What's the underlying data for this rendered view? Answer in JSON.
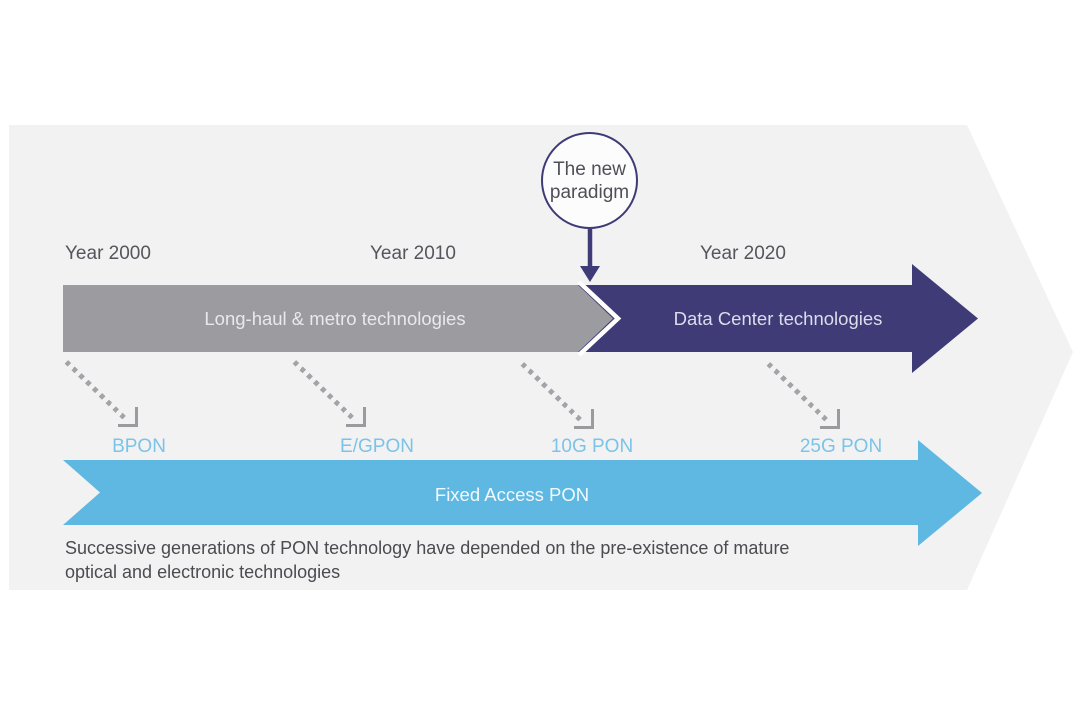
{
  "paradigm_callout": {
    "line1": "The new",
    "line2": "paradigm"
  },
  "years": [
    {
      "label": "Year 2000"
    },
    {
      "label": "Year 2010"
    },
    {
      "label": "Year 2020"
    }
  ],
  "bands": {
    "long_haul_label": "Long-haul & metro technologies",
    "data_center_label": "Data Center technologies",
    "fixed_access_label": "Fixed Access PON"
  },
  "pon_generations": [
    "BPON",
    "E/GPON",
    "10G PON",
    "25G PON"
  ],
  "caption": {
    "line1": "Successive generations of PON technology have depended on the pre-existence of mature",
    "line2": "optical and electronic technologies"
  },
  "colors": {
    "background_panel": "#f2f2f3",
    "navy": "#3e3b76",
    "gray_band": "#9c9ca0",
    "fixed_access_blue": "#5fb8e1",
    "pon_label_blue": "#7cc3e8",
    "dashed_arrow_gray": "#a3a3a8",
    "caption_text": "#4b4b50"
  }
}
